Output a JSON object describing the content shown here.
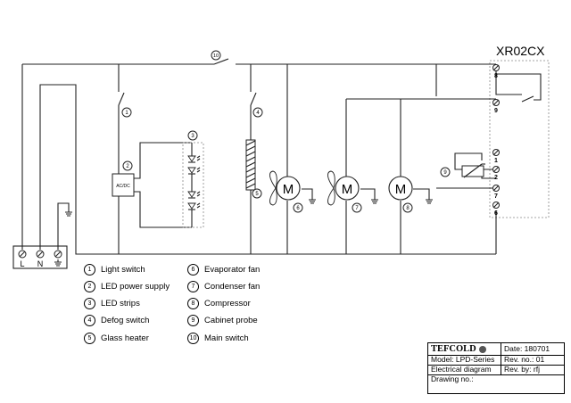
{
  "controller_model": "XR02CX",
  "supply_terminals": [
    "L",
    "N"
  ],
  "controller_terminals": [
    "8",
    "9",
    "1",
    "2",
    "7",
    "6"
  ],
  "component_markers": [
    "1",
    "2",
    "3",
    "4",
    "5",
    "6",
    "7",
    "8",
    "9",
    "10"
  ],
  "led_supply_box_label": "AC/DC",
  "motor_symbol": "M",
  "legend": [
    {
      "num": "1",
      "label": "Light switch"
    },
    {
      "num": "2",
      "label": "LED power supply"
    },
    {
      "num": "3",
      "label": "LED strips"
    },
    {
      "num": "4",
      "label": "Defog switch"
    },
    {
      "num": "5",
      "label": "Glass heater"
    },
    {
      "num": "6",
      "label": "Evaporator fan"
    },
    {
      "num": "7",
      "label": "Condenser fan"
    },
    {
      "num": "8",
      "label": "Compressor"
    },
    {
      "num": "9",
      "label": "Cabinet probe"
    },
    {
      "num": "10",
      "label": "Main switch"
    }
  ],
  "title_block": {
    "brand": "TEFCOLD",
    "date": "Date: 180701",
    "model": "Model: LPD-Series",
    "rev_no": "Rev. no.: 01",
    "doc_type": "Electrical diagram",
    "rev_by": "Rev. by: rfj",
    "drawing_no": "Drawing no.:"
  }
}
